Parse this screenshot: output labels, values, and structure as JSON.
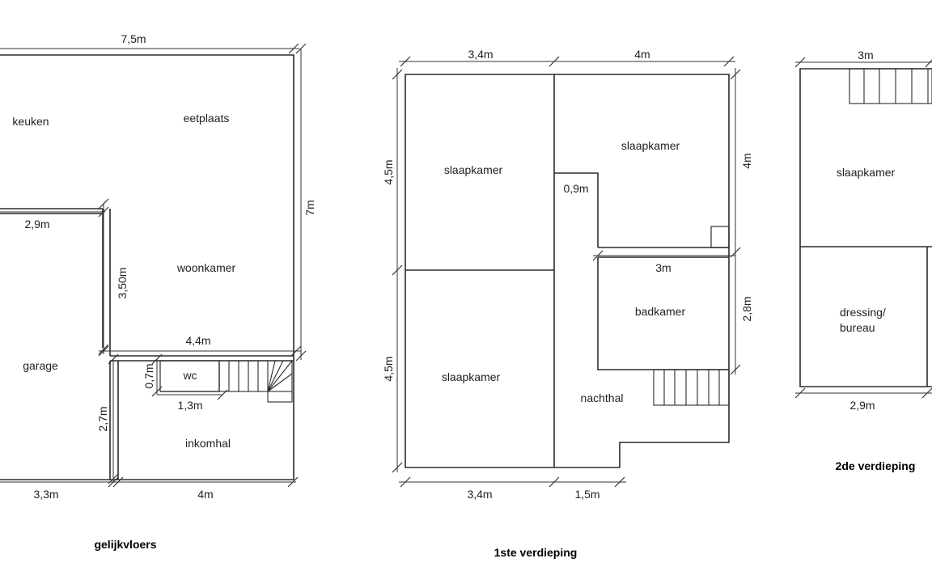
{
  "floors": {
    "ground": {
      "title": "gelijkvloers",
      "rooms": {
        "keuken": "keuken",
        "eetplaats": "eetplaats",
        "woonkamer": "woonkamer",
        "garage": "garage",
        "wc": "wc",
        "inkomhal": "inkomhal"
      },
      "dims": {
        "top": "7,5m",
        "right": "7m",
        "garage_top": "2,9m",
        "woon_left": "3,50m",
        "woon_bottom": "4,4m",
        "wc_height": "0,7m",
        "wc_width": "1,3m",
        "entry_height": "2,7m",
        "bottom_left": "3,3m",
        "bottom_right": "4m"
      }
    },
    "first": {
      "title": "1ste verdieping",
      "rooms": {
        "slaapkamer_tl": "slaapkamer",
        "slaapkamer_tr": "slaapkamer",
        "slaapkamer_bl": "slaapkamer",
        "badkamer": "badkamer",
        "nachthal": "nachthal"
      },
      "dims": {
        "top_left": "3,4m",
        "top_right": "4m",
        "left_top": "4,5m",
        "left_bottom": "4,5m",
        "right_top": "4m",
        "right_bottom": "2,8m",
        "closet": "0,9m",
        "bath_width": "3m",
        "bottom_left": "3,4m",
        "bottom_right": "1,5m"
      }
    },
    "second": {
      "title": "2de verdieping",
      "rooms": {
        "slaapkamer": "slaapkamer",
        "dressing_line1": "dressing/",
        "dressing_line2": "bureau"
      },
      "dims": {
        "top": "3m",
        "bottom": "2,9m"
      }
    }
  }
}
